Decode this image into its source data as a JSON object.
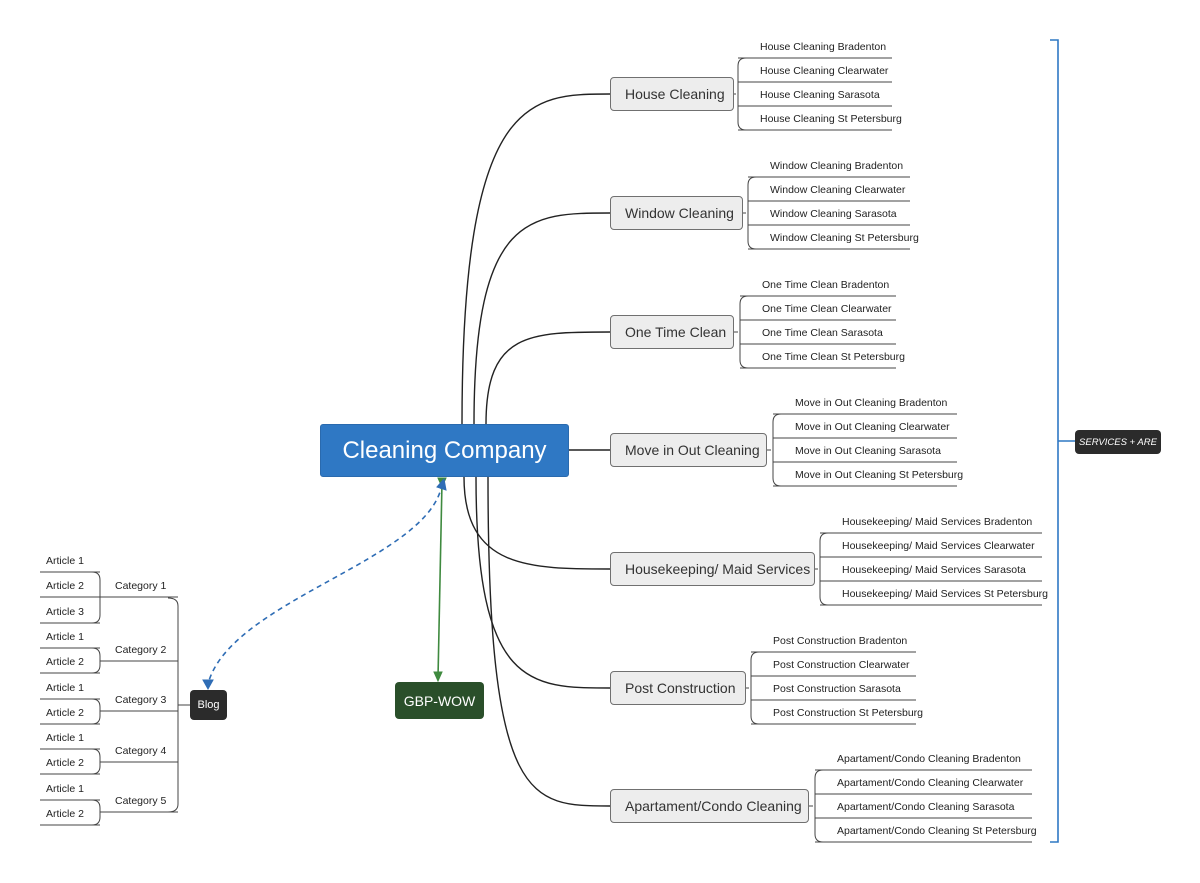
{
  "root": {
    "label": "Cleaning Company"
  },
  "services": [
    {
      "label": "House Cleaning",
      "children": [
        "House Cleaning Bradenton",
        "House Cleaning Clearwater",
        "House Cleaning Sarasota",
        "House Cleaning St Petersburg"
      ]
    },
    {
      "label": "Window Cleaning",
      "children": [
        "Window Cleaning Bradenton",
        "Window Cleaning Clearwater",
        "Window Cleaning Sarasota",
        "Window Cleaning St Petersburg"
      ]
    },
    {
      "label": "One Time Clean",
      "children": [
        "One Time Clean Bradenton",
        "One Time Clean Clearwater",
        "One Time Clean Sarasota",
        "One Time Clean St Petersburg"
      ]
    },
    {
      "label": "Move in Out Cleaning",
      "children": [
        "Move in Out Cleaning Bradenton",
        "Move in Out Cleaning Clearwater",
        "Move in Out Cleaning Sarasota",
        "Move in Out Cleaning St Petersburg"
      ]
    },
    {
      "label": "Housekeeping/ Maid Services",
      "children": [
        "Housekeeping/ Maid Services Bradenton",
        "Housekeeping/ Maid Services Clearwater",
        "Housekeeping/ Maid Services Sarasota",
        "Housekeeping/ Maid Services St Petersburg"
      ]
    },
    {
      "label": "Post Construction",
      "children": [
        "Post Construction Bradenton",
        "Post Construction Clearwater",
        "Post Construction Sarasota",
        "Post Construction St Petersburg"
      ]
    },
    {
      "label": "Apartament/Condo Cleaning",
      "children": [
        "Apartament/Condo Cleaning Bradenton",
        "Apartament/Condo Cleaning Clearwater",
        "Apartament/Condo Cleaning Sarasota",
        "Apartament/Condo Cleaning St Petersburg"
      ]
    }
  ],
  "summary": {
    "label": "SERVICES + ARE"
  },
  "gbp": {
    "label": "GBP-WOW"
  },
  "blog": {
    "label": "Blog",
    "categories": [
      {
        "label": "Category 1",
        "articles": [
          "Article 1",
          "Article 2",
          "Article 3"
        ]
      },
      {
        "label": "Category 2",
        "articles": [
          "Article 1",
          "Article 2"
        ]
      },
      {
        "label": "Category 3",
        "articles": [
          "Article 1",
          "Article 2"
        ]
      },
      {
        "label": "Category 4",
        "articles": [
          "Article 1",
          "Article 2"
        ]
      },
      {
        "label": "Category 5",
        "articles": [
          "Article 1",
          "Article 2"
        ]
      }
    ]
  },
  "colors": {
    "root": "#2f78c4",
    "blog_link": "#2f6db5",
    "gbp_link": "#3f8a3f",
    "bracket": "#2f78c4"
  }
}
